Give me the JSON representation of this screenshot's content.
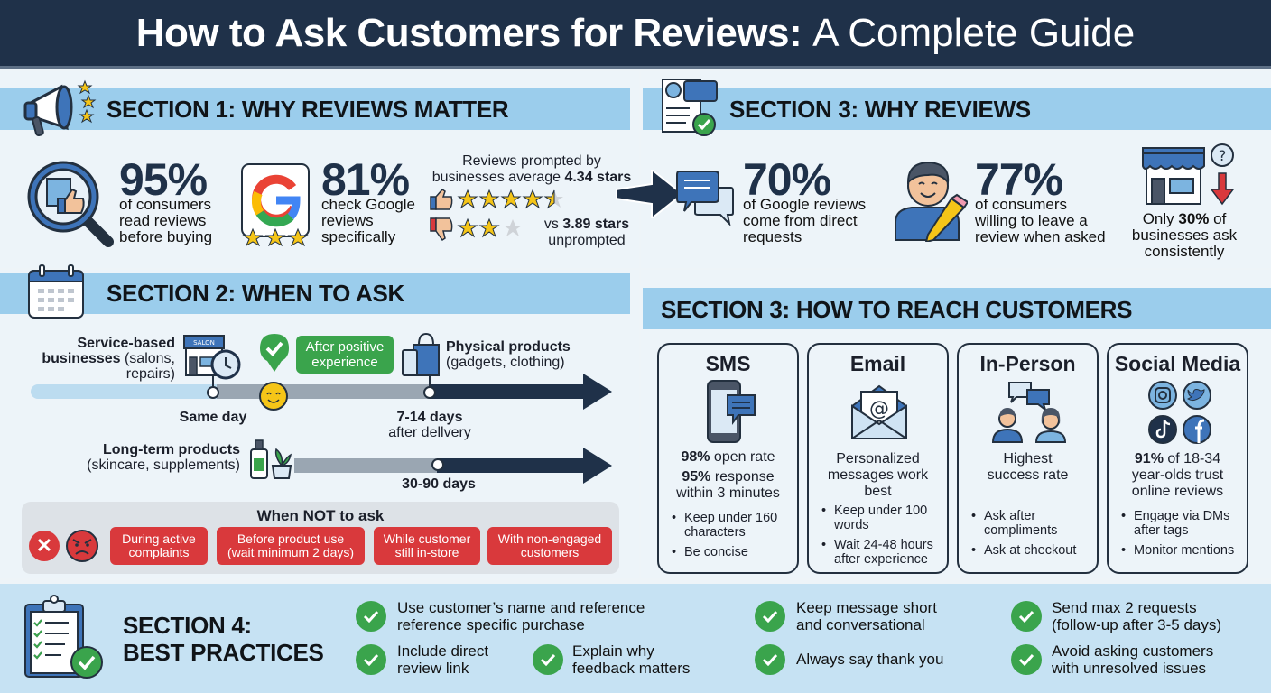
{
  "title": {
    "bold": "How to Ask Customers for Reviews:",
    "normal": "A Complete Guide"
  },
  "section1": {
    "heading": "SECTION 1: WHY REVIEWS MATTER",
    "icon": "megaphone-icon",
    "stats": [
      {
        "value": "95%",
        "text": [
          "of consumers",
          "read reviews",
          "before buying"
        ],
        "icon": "magnifier-thumbs-up-icon"
      },
      {
        "value": "81%",
        "text": [
          "check Google",
          "reviews",
          "specifically"
        ],
        "icon": "google-logo-icon"
      }
    ],
    "rating": {
      "line1": "Reviews prompted by",
      "line2_prefix": "businesses average ",
      "line2_bold": "4.34 stars",
      "prompted_stars": 4.34,
      "unprompted_prefix": "vs ",
      "unprompted_bold": "3.89 stars",
      "unprompted_suffix": "unprompted",
      "unprompted_stars": 2.5
    }
  },
  "section3a": {
    "heading": "SECTION 3: WHY REVIEWS",
    "icon": "profile-document-check-icon",
    "stats": [
      {
        "value": "70%",
        "text": [
          "of Google reviews",
          "come from direct",
          "requests"
        ],
        "icon": "chat-bubbles-icon"
      },
      {
        "value": "77%",
        "text": [
          "of consumers",
          "willing to leave a",
          "review when asked"
        ],
        "icon": "person-pencil-icon"
      }
    ],
    "store": {
      "prefix": "Only ",
      "bold": "30%",
      "suffix": " of",
      "line2": "businesses ask",
      "line3": "consistently"
    }
  },
  "section2": {
    "heading": "SECTION 2: WHEN TO ASK",
    "service": {
      "bold1": "Service-based",
      "bold2": "businesses",
      "rest": " (salons,",
      "line3": "repairs)",
      "sign": "SALON"
    },
    "after_positive": [
      "After positive",
      "experience"
    ],
    "physical": {
      "bold": "Physical products",
      "rest": "(gadgets, clothing)"
    },
    "same_day": "Same day",
    "days_7_14": "7-14 days",
    "after_delivery": "after dellvery",
    "longterm": {
      "bold": "Long-term products",
      "rest": "(skincare, supplements)"
    },
    "days_30_90": "30-90 days",
    "when_not": {
      "title": "When NOT to ask",
      "items": [
        [
          "During active",
          "complaints"
        ],
        [
          "Before product use",
          "(wait minimum 2 days)"
        ],
        [
          "While customer",
          "still in-store"
        ],
        [
          "With non-engaged",
          "customers"
        ]
      ]
    }
  },
  "section3b": {
    "heading": "SECTION 3: HOW TO REACH CUSTOMERS",
    "channels": [
      {
        "name": "SMS",
        "stats": [
          {
            "bold": "98%",
            "rest": " open rate"
          },
          {
            "bold": "95%",
            "rest": " response"
          },
          {
            "bold": "",
            "rest": "within 3 minutes"
          }
        ],
        "bullets": [
          [
            "Keep under 160",
            "characters"
          ],
          [
            "Be concise"
          ]
        ]
      },
      {
        "name": "Email",
        "stats": [
          {
            "bold": "",
            "rest": "Personalized"
          },
          {
            "bold": "",
            "rest": "messages work"
          },
          {
            "bold": "",
            "rest": "best"
          }
        ],
        "bullets": [
          [
            "Keep under 100",
            "words"
          ],
          [
            "Wait 24-48 hours",
            "after experience"
          ]
        ]
      },
      {
        "name": "In-Person",
        "stats": [
          {
            "bold": "",
            "rest": "Highest"
          },
          {
            "bold": "",
            "rest": "success rate"
          }
        ],
        "bullets": [
          [
            "Ask after",
            "compliments"
          ],
          [
            "Ask at checkout"
          ]
        ]
      },
      {
        "name": "Social Media",
        "stats": [
          {
            "bold": "91%",
            "rest": " of 18-34"
          },
          {
            "bold": "",
            "rest": "year-olds trust"
          },
          {
            "bold": "",
            "rest": "online reviews"
          }
        ],
        "bullets": [
          [
            "Engage via DMs",
            "after tags"
          ],
          [
            "Monitor mentions"
          ]
        ]
      }
    ]
  },
  "section4": {
    "heading1": "SECTION 4:",
    "heading2": "BEST PRACTICES",
    "items": [
      [
        "Use customer’s name and reference",
        "reference specific purchase"
      ],
      [
        "Include direct",
        "review link"
      ],
      [
        "Explain why",
        "feedback matters"
      ],
      [
        "Keep message short",
        "and conversational"
      ],
      [
        "Always say thank you"
      ],
      [
        "Send max 2 requests",
        "(follow-up after 3-5 days)"
      ],
      [
        "Avoid asking customers",
        "with unresolved issues"
      ]
    ]
  },
  "colors": {
    "navy": "#1f3149",
    "band": "#9bcdec",
    "green": "#3aa44c",
    "red": "#d9393c",
    "star": "#f5c518"
  }
}
